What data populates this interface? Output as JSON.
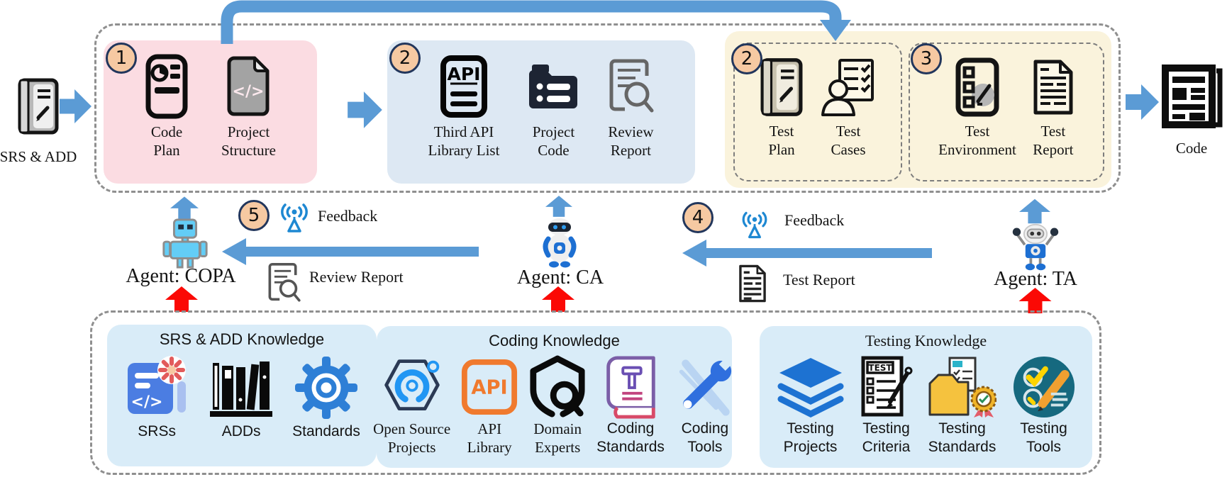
{
  "input": {
    "label": "SRS & ADD"
  },
  "output": {
    "label": "Code"
  },
  "flow": {
    "stage1": {
      "badge": "1",
      "items": [
        {
          "line1": "Code",
          "line2": "Plan"
        },
        {
          "line1": "Project",
          "line2": "Structure"
        }
      ]
    },
    "stage2": {
      "badge": "2",
      "items": [
        {
          "line1": "Third API",
          "line2": "Library List"
        },
        {
          "line1": "Project",
          "line2": "Code"
        },
        {
          "line1": "Review",
          "line2": "Report"
        }
      ]
    },
    "stage3": {
      "badge": "2",
      "items": [
        {
          "line1": "Test",
          "line2": "Plan"
        },
        {
          "line1": "Test",
          "line2": "Cases"
        }
      ]
    },
    "stage4": {
      "badge": "3",
      "items": [
        {
          "line1": "Test",
          "line2": "Environment"
        },
        {
          "line1": "Test",
          "line2": "Report"
        }
      ]
    }
  },
  "agents": {
    "copa": {
      "label": "Agent: COPA"
    },
    "ca": {
      "label": "Agent: CA"
    },
    "ta": {
      "label": "Agent: TA"
    }
  },
  "feedback": {
    "loop5": {
      "badge": "5",
      "top_label": "Feedback",
      "bottom_label": "Review Report"
    },
    "loop4": {
      "badge": "4",
      "top_label": "Feedback",
      "bottom_label": "Test Report"
    }
  },
  "knowledge": {
    "srs_add": {
      "title": "SRS & ADD Knowledge",
      "items": [
        {
          "label": "SRSs"
        },
        {
          "label": "ADDs"
        },
        {
          "label": "Standards"
        }
      ]
    },
    "coding": {
      "title": "Coding Knowledge",
      "items": [
        {
          "line1": "Open Source",
          "line2": "Projects"
        },
        {
          "line1": "API",
          "line2": "Library"
        },
        {
          "line1": "Domain",
          "line2": "Experts"
        },
        {
          "line1": "Coding",
          "line2": "Standards"
        },
        {
          "line1": "Coding",
          "line2": "Tools"
        }
      ]
    },
    "testing": {
      "title": "Testing Knowledge",
      "items": [
        {
          "line1": "Testing",
          "line2": "Projects"
        },
        {
          "line1": "Testing",
          "line2": "Criteria"
        },
        {
          "line1": "Testing",
          "line2": "Standards"
        },
        {
          "line1": "Testing",
          "line2": "Tools"
        }
      ]
    }
  },
  "colors": {
    "flow_arrow_blue": "#5b9bd5",
    "knowledge_arrow_red": "#fb0905",
    "plan_stage_bg": "#fbdce2",
    "coding_stage_bg": "#dde8f3",
    "testing_stage_bg": "#faf3dc",
    "knowledge_box_bg": "#d9ecf8",
    "badge_fill": "#f6c9a2",
    "badge_border": "#22365c"
  }
}
